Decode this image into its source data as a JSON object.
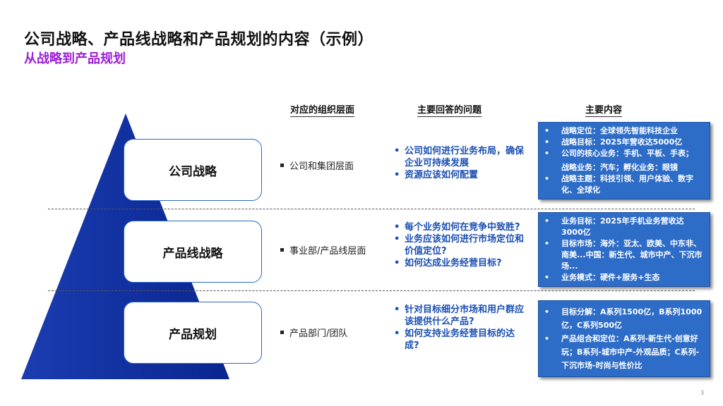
{
  "title": "公司战略、产品线战略和产品规划的内容（示例）",
  "subtitle": "从战略到产品规划",
  "headers": {
    "org": "对应的组织层面",
    "questions": "主要回答的问题",
    "content": "主要内容"
  },
  "levels": [
    {
      "label": "公司战略",
      "org": "公司和集团层面",
      "questions": [
        "公司如何进行业务布局，确保企业可持续发展",
        "资源应该如何配置"
      ],
      "content": [
        {
          "text": "战略定位：全球领先智能科技企业",
          "bullet": true
        },
        {
          "text": "战略目标：2025年营收达5000亿",
          "bullet": true
        },
        {
          "text": "公司的核心业务：手机、平板、手表；",
          "bullet": true
        },
        {
          "text": "战略业务：汽车；孵化业务：眼镜",
          "bullet": false
        },
        {
          "text": "战略主题：科技引领、用户体验、数字化、全球化",
          "bullet": true
        }
      ]
    },
    {
      "label": "产品线战略",
      "org": "事业部/产品线层面",
      "questions": [
        "每个业务如何在竞争中致胜?",
        "业务应该如何进行市场定位和价值定位?",
        "如何达成业务经营目标?"
      ],
      "content": [
        {
          "text": "业务目标：2025年手机业务营收达3000亿",
          "bullet": true
        },
        {
          "text": "目标市场：海外：亚太、欧美、中东非、南美...中国：新生代、城市中产、下沉市场...",
          "bullet": true
        },
        {
          "text": "业务模式：硬件+服务+生态",
          "bullet": true
        }
      ]
    },
    {
      "label": "产品规划",
      "org": "产品部门/团队",
      "questions": [
        "针对目标细分市场和用户群应该提供什么产品?",
        "如何支持业务经营目标的达成?"
      ],
      "content": [
        {
          "text": "目标分解：A系列1500亿，B系列1000亿，C系列500亿",
          "bullet": true
        },
        {
          "text": "产品组合和定位：A系列-新生代-创意好玩；B系列-城市中产-外观品质；C系列-下沉市场-时尚与性价比",
          "bullet": true
        }
      ]
    }
  ],
  "page_number": "3",
  "colors": {
    "pyramid": "#0d2fa0",
    "accent": "#9b1fd6",
    "question_text": "#1a4fb3",
    "content_box": "#2d6cc7"
  }
}
